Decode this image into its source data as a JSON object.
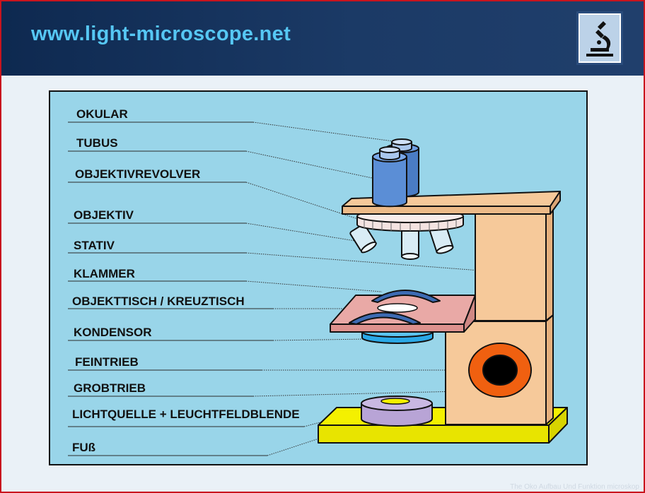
{
  "header": {
    "site_url": "www.light-microscope.net",
    "logo_icon": "microscope-icon"
  },
  "labels": {
    "okular": "OKULAR",
    "tubus": "TUBUS",
    "objektivrevolver": "OBJEKTIVREVOLVER",
    "objektiv": "OBJEKTIV",
    "stativ": "STATIV",
    "klammer": "KLAMMER",
    "objekttisch": "OBJEKTTISCH  / KREUZTISCH",
    "kondensor": "KONDENSOR",
    "feintrieb": "FEINTRIEB",
    "grobtrieb": "GROBTRIEB",
    "lichtquelle": "LICHTQUELLE + LEUCHTFELDBLENDE",
    "fuss": "FUß"
  },
  "footer": {
    "credit": "The Oko Aufbau Und Funktion microskop"
  },
  "colors": {
    "header_bg": "#12305c",
    "url_color": "#56c7f4",
    "panel_bg": "#99d5e9",
    "tube_blue": "#5b8ed6",
    "stand_peach": "#f6c99a",
    "stage_pink": "#e9a9a6",
    "foot_yellow": "#f4f000",
    "knob_orange": "#f06010",
    "clip_blue": "#3d6bb3",
    "condenser_blue": "#2aa8e6",
    "light_lilac": "#b8a4d6",
    "frame_red": "#c8141e"
  }
}
